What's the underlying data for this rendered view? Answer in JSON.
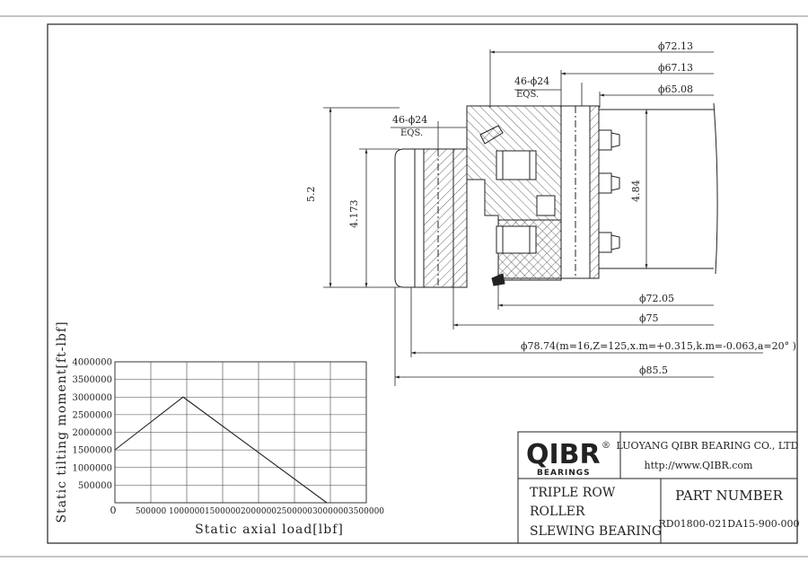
{
  "dimensions": {
    "d_72_13": "ϕ72.13",
    "d_67_13": "ϕ67.13",
    "d_65_08": "ϕ65.08",
    "holes_outer": "46-ϕ24",
    "holes_outer_eqs": "EQS.",
    "holes_inner": "46-ϕ24",
    "holes_inner_eqs": "EQS.",
    "height_total": "5.2",
    "height_inner": "4.173",
    "height_outer": "4.84",
    "d_72_05": "ϕ72.05",
    "d_75": "ϕ75",
    "gear_spec": "ϕ78.74(m=16,Z=125,x.m=+0.315,k.m=-0.063,a=20° )",
    "d_85_5": "ϕ85.5"
  },
  "title_block": {
    "brand": "QIBR",
    "brand_sub": "BEARINGS",
    "registered": "®",
    "company": "LUOYANG QIBR BEARING CO., LTD",
    "website": "http://www.QIBR.com",
    "product_line1": "TRIPLE ROW",
    "product_line2": "ROLLER",
    "product_line3": "SLEWING BEARING",
    "part_number_label": "PART NUMBER",
    "part_number": "RD01800-021DA15-900-000"
  },
  "chart_data": {
    "type": "line",
    "xlabel": "Static axial load[lbf]",
    "ylabel": "Static tilting moment[ft-lbf]",
    "xlim": [
      0,
      3500000
    ],
    "ylim": [
      0,
      4000000
    ],
    "x_ticks": [
      "0",
      "500000",
      "1000000",
      "1500000",
      "2000000",
      "2500000",
      "3000000",
      "3500000"
    ],
    "y_ticks": [
      "500000",
      "1000000",
      "1500000",
      "2000000",
      "2500000",
      "3000000",
      "3500000",
      "4000000"
    ],
    "grid": true,
    "series": [
      {
        "x": [
          0,
          950000,
          2950000
        ],
        "y": [
          1500000,
          3000000,
          0
        ]
      }
    ]
  }
}
